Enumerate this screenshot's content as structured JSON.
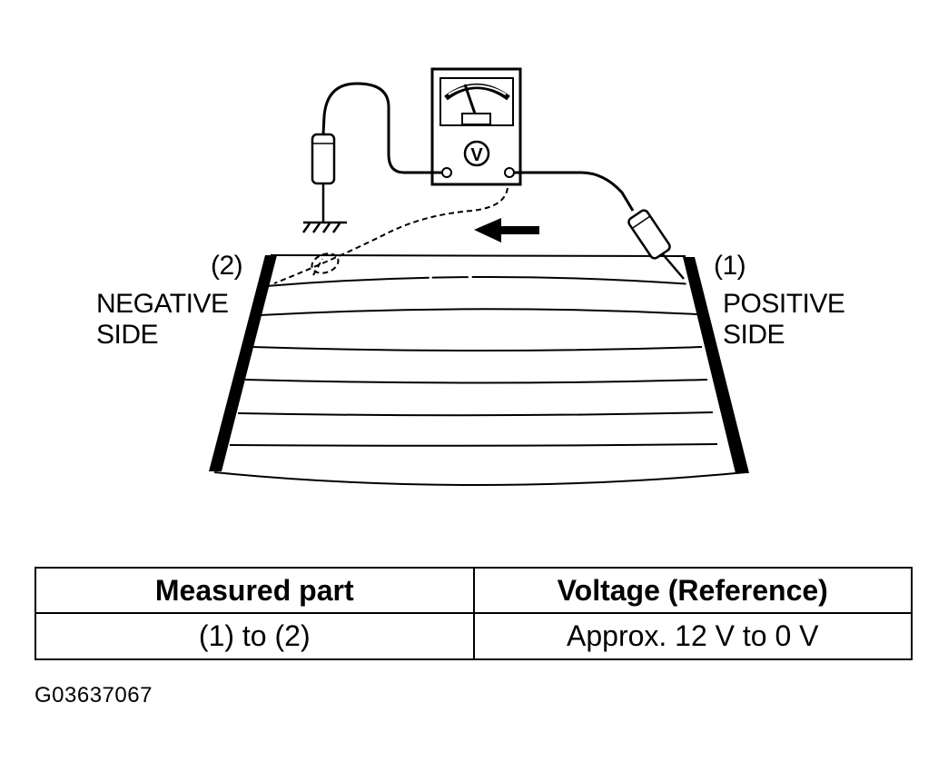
{
  "diagram": {
    "label_point_2": "(2)",
    "label_negative_line1": "NEGATIVE",
    "label_negative_line2": "SIDE",
    "label_point_1": "(1)",
    "label_positive_line1": "POSITIVE",
    "label_positive_line2": "SIDE",
    "meter_symbol": "V",
    "icons": [
      "voltmeter-icon",
      "probe-icon",
      "ground-symbol-icon",
      "direction-arrow-icon"
    ]
  },
  "table": {
    "headers": [
      "Measured part",
      "Voltage (Reference)"
    ],
    "rows": [
      [
        "(1) to (2)",
        "Approx. 12 V to 0 V"
      ]
    ]
  },
  "figure_id": "G03637067"
}
